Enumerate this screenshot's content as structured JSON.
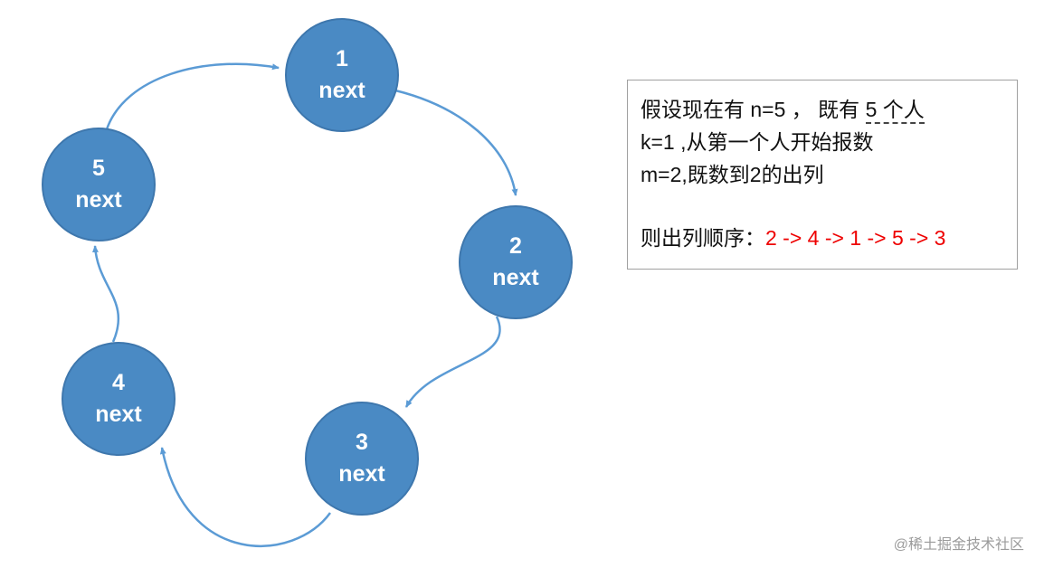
{
  "diagram": {
    "nodes": [
      {
        "id": "1",
        "next_label": "next"
      },
      {
        "id": "2",
        "next_label": "next"
      },
      {
        "id": "3",
        "next_label": "next"
      },
      {
        "id": "4",
        "next_label": "next"
      },
      {
        "id": "5",
        "next_label": "next"
      }
    ],
    "arrows": [
      "node-1-to-node-2",
      "node-2-to-node-3",
      "node-3-to-node-4",
      "node-4-to-node-5",
      "node-5-to-node-1"
    ]
  },
  "info_box": {
    "line1_part1": "假设现在有 n=5 ， 既有 ",
    "line1_underlined": "5 个人",
    "line2": "k=1 ,从第一个人开始报数",
    "line3": "m=2,既数到2的出列",
    "result_label": "则出列顺序：",
    "result_sequence": "2 -> 4 -> 1 -> 5 -> 3"
  },
  "watermark": "@稀土掘金技术社区",
  "colors": {
    "node_fill": "#4a8ac4",
    "node_border": "#3e77ad",
    "arrow": "#5b9bd5",
    "result_red": "#ee0000",
    "box_border": "#a0a0a0",
    "watermark_gray": "#9b9b9b"
  }
}
